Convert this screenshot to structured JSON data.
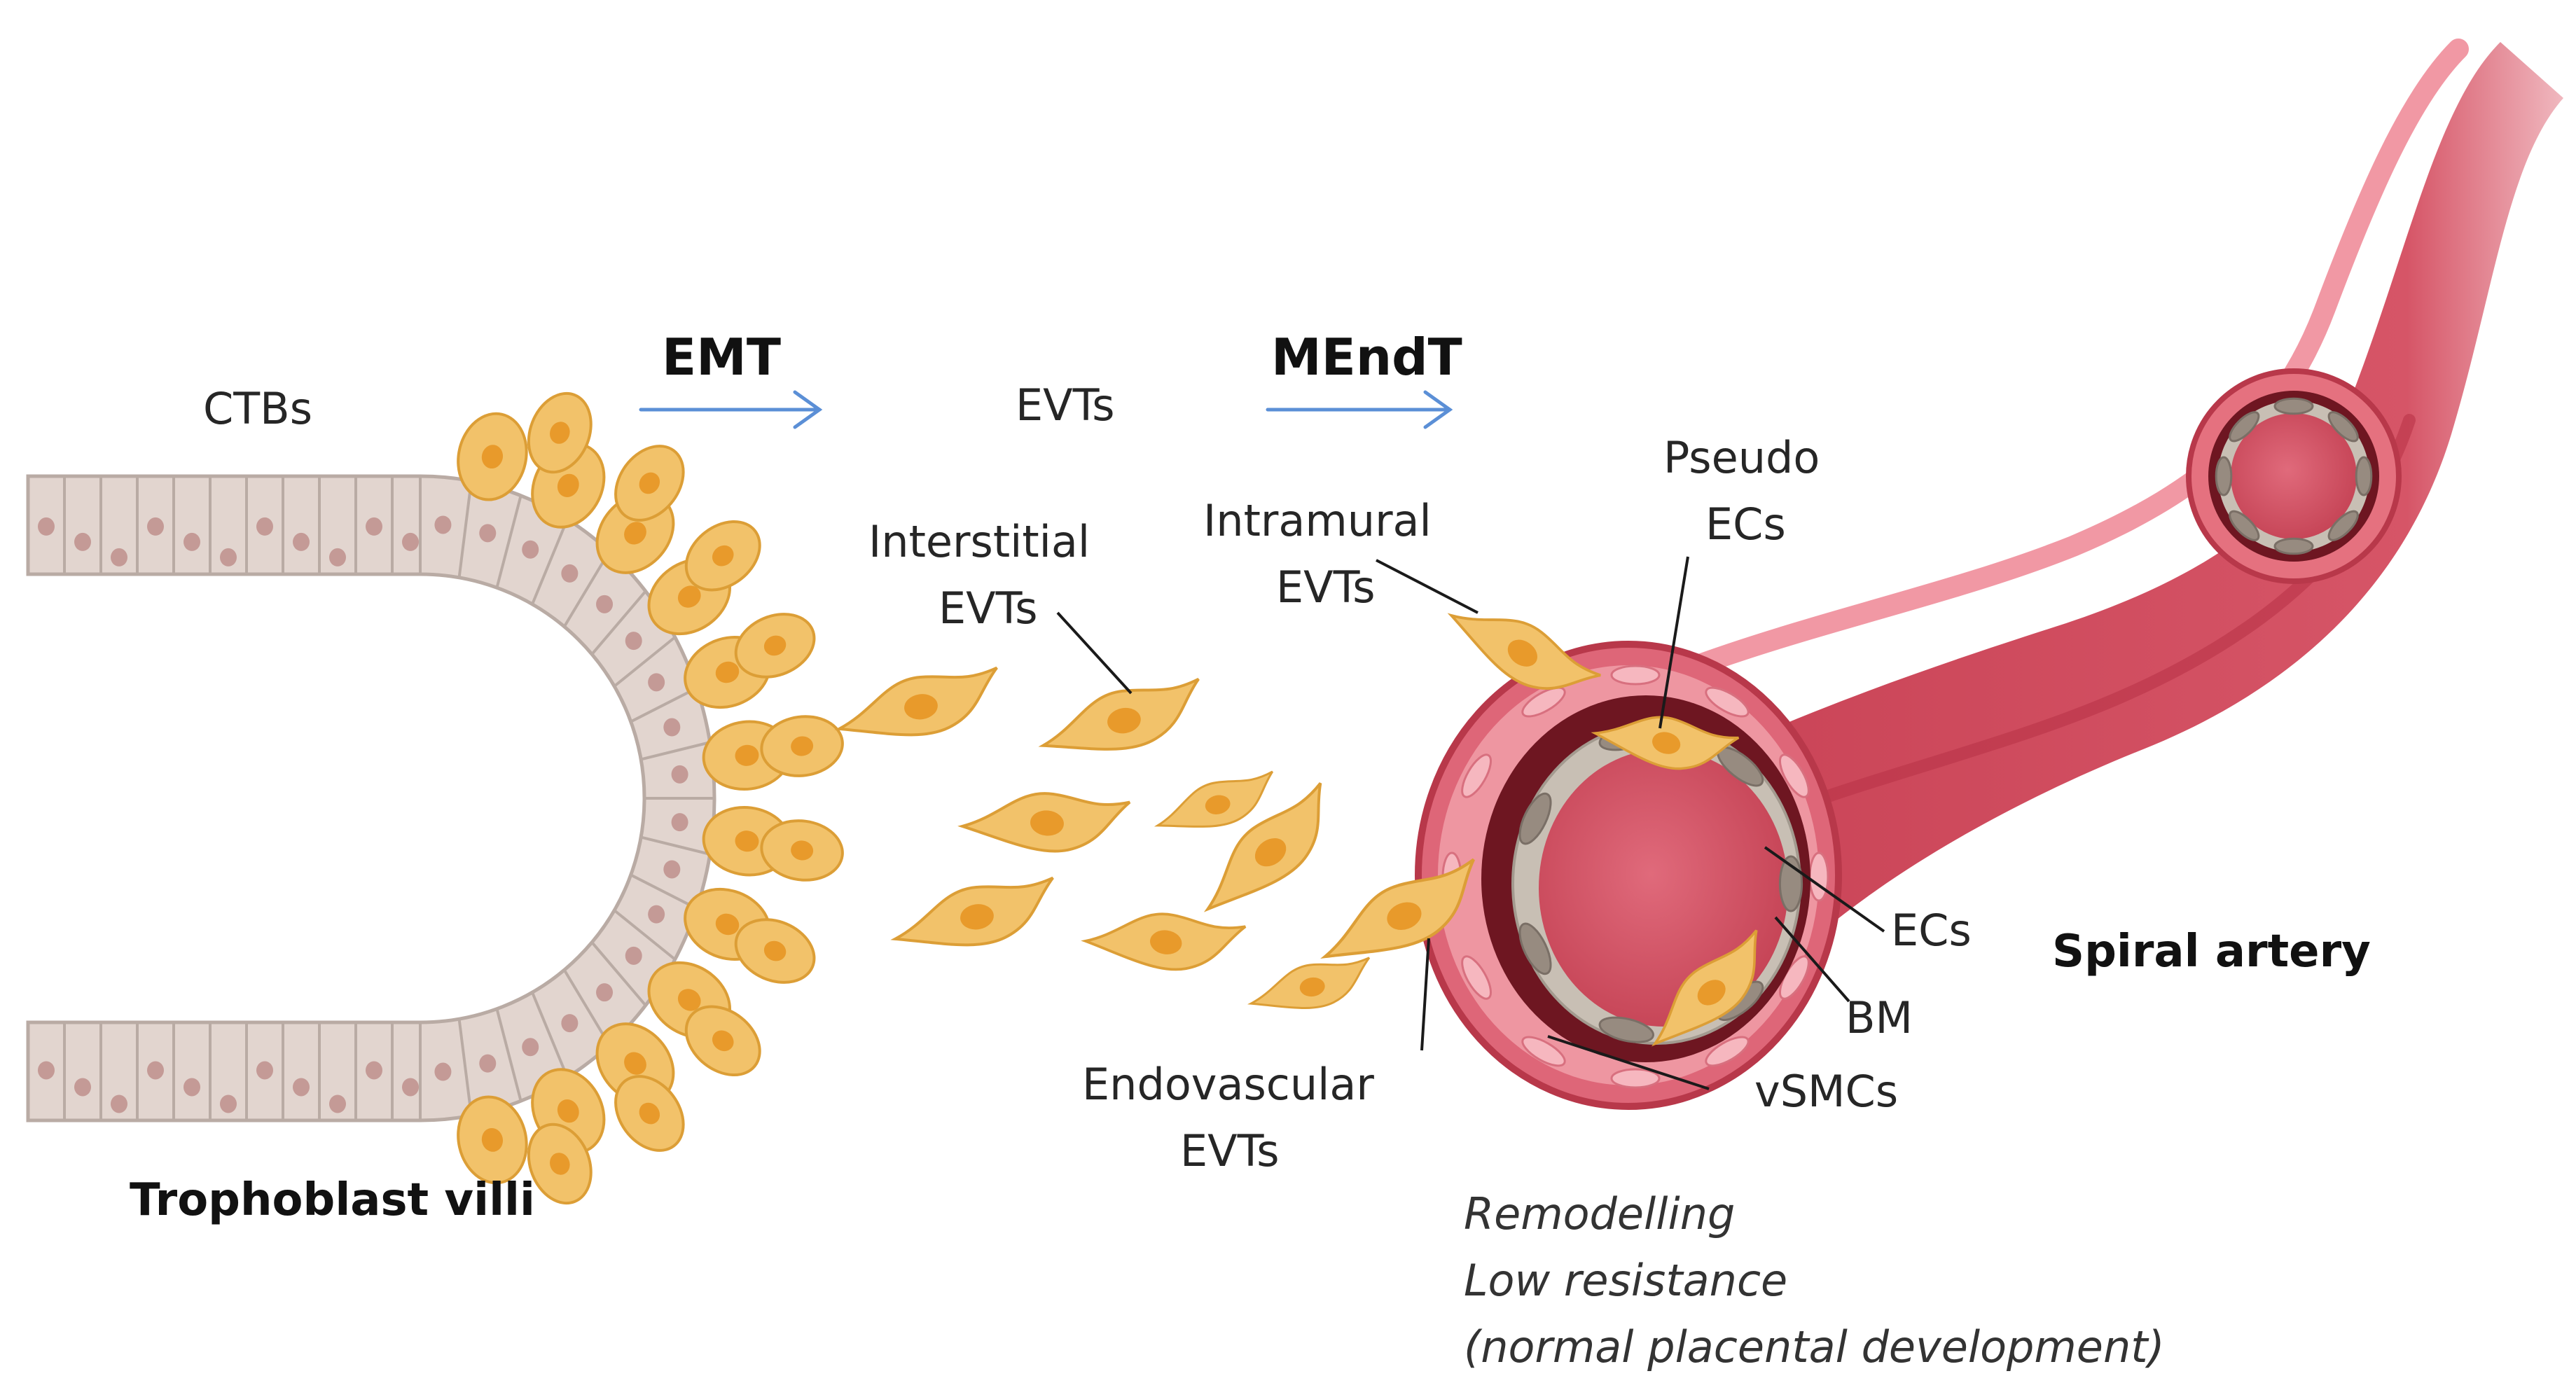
{
  "labels": {
    "ctbs": "CTBs",
    "emt": "EMT",
    "evts": "EVTs",
    "mendt": "MEndT",
    "pseudo": "Pseudo",
    "pseudo_ecs": "ECs",
    "intramural": "Intramural",
    "intramural_evts": "EVTs",
    "interstitial": "Interstitial",
    "interstitial_evts": "EVTs",
    "ecs": "ECs",
    "spiral_artery": "Spiral artery",
    "bm": "BM",
    "vsmcs": "vSMCs",
    "endovascular": "Endovascular",
    "endovascular_evts": "EVTs",
    "trophoblast_villi": "Trophoblast villi",
    "remodelling": "Remodelling",
    "low_resistance": "Low resistance",
    "normal_dev": "(normal placental development)"
  },
  "colors": {
    "ctb_fill": "#e2d5cf",
    "ctb_stroke": "#b9aba4",
    "ctb_nucleus": "#c49a96",
    "evt_fill": "#f2c26a",
    "evt_stroke": "#dc9e36",
    "evt_nucleus": "#e89a2b",
    "artery_outer": "#c9495a",
    "artery_mid": "#de6678",
    "artery_light": "#f09aa6",
    "lumen": "#d14e61",
    "dark_ring": "#6e1621",
    "bm_ring": "#c8bfb4",
    "ec": "#978b80",
    "arrow": "#5b8fd6",
    "text": "#262626"
  }
}
